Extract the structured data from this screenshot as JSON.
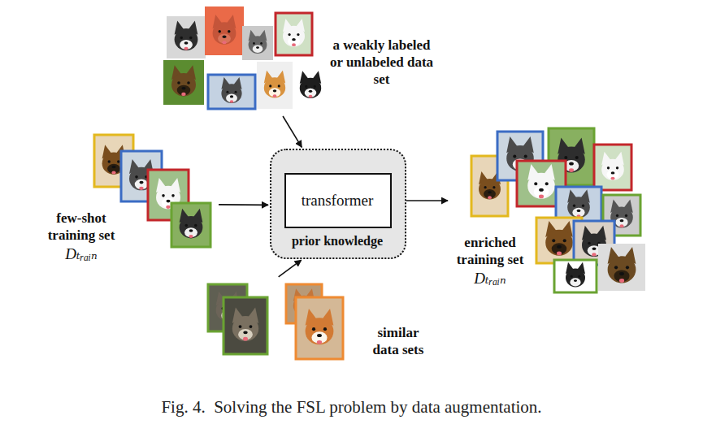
{
  "diagram": {
    "caption": "Fig. 4.  Solving the FSL problem by data augmentation.",
    "nodes": [
      {
        "text": [
          "a weakly labeled or unlabeled data set"
        ]
      },
      {
        "text": [
          "few-shot training set",
          "Dₜᵣₐᵢₙ"
        ]
      },
      {
        "text": [
          "prior knowledge"
        ]
      },
      {
        "text": [
          "transformer"
        ],
        "in": 2
      },
      {
        "text": [
          "similar data sets"
        ]
      },
      {
        "text": [
          "enriched training set",
          "Dₜᵣₐᵢₙ"
        ]
      }
    ],
    "edges": [
      {
        "from": 0,
        "to": 2,
        "arrow": "to"
      },
      {
        "from": 1,
        "to": 2,
        "arrow": "to"
      },
      {
        "from": 4,
        "to": 2,
        "arrow": "to"
      },
      {
        "from": 3,
        "to": 5,
        "arrow": "to"
      }
    ]
  }
}
